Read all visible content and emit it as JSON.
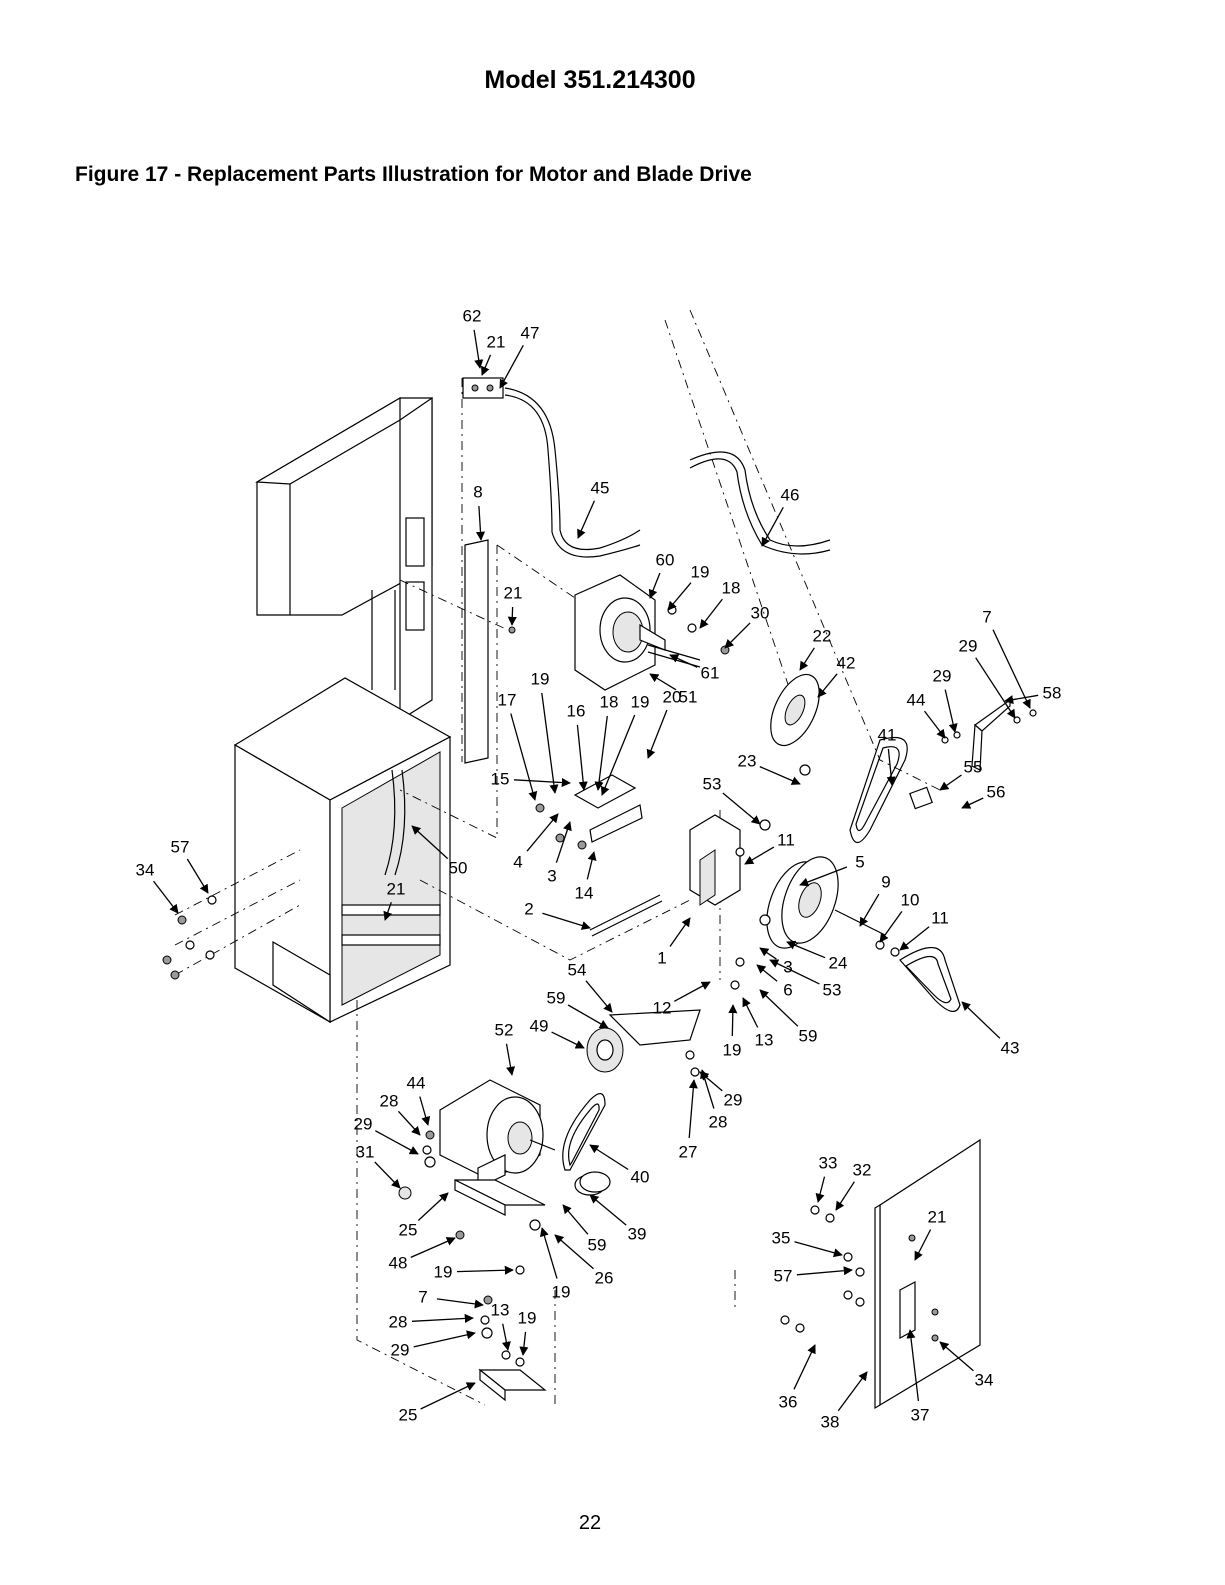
{
  "header": {
    "model": "Model 351.214300"
  },
  "figure": {
    "caption": "Figure 17 - Replacement Parts Illustration for Motor and Blade Drive"
  },
  "footer": {
    "page_number": "22"
  },
  "callouts": [
    "62",
    "21",
    "47",
    "8",
    "45",
    "46",
    "60",
    "19",
    "18",
    "30",
    "21",
    "61",
    "51",
    "22",
    "42",
    "7",
    "29",
    "29",
    "44",
    "41",
    "58",
    "19",
    "17",
    "16",
    "18",
    "19",
    "20",
    "15",
    "23",
    "53",
    "55",
    "56",
    "11",
    "4",
    "3",
    "14",
    "5",
    "57",
    "34",
    "50",
    "21",
    "9",
    "10",
    "11",
    "2",
    "1",
    "24",
    "3",
    "53",
    "6",
    "54",
    "59",
    "12",
    "52",
    "49",
    "19",
    "13",
    "59",
    "43",
    "44",
    "28",
    "29",
    "31",
    "29",
    "28",
    "27",
    "40",
    "39",
    "25",
    "59",
    "48",
    "26",
    "19",
    "19",
    "7",
    "13",
    "19",
    "28",
    "29",
    "25",
    "33",
    "32",
    "21",
    "35",
    "57",
    "34",
    "36",
    "38",
    "37"
  ]
}
